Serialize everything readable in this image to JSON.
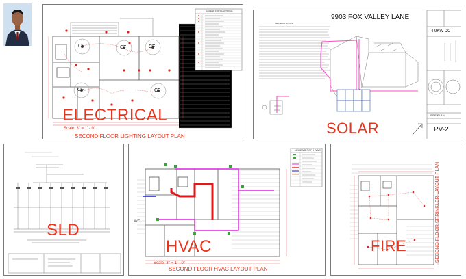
{
  "panels": {
    "electrical": {
      "big_label": "ELECTRICAL",
      "plan_title": "SECOND FLOOR LIGHTING LAYOUT PLAN",
      "scale": "Scale: 3\" = 1' - 0\"",
      "legend_heading": "LEGEND FOR ELECTRICAL",
      "fan_label": "CF"
    },
    "solar": {
      "big_label": "SOLAR",
      "address": "9903 FOX VALLEY LANE",
      "notes_heading": "GENERAL NOTES",
      "system_size": "4.9KW DC",
      "sheet_title": "SITE PLAN",
      "sheet_number": "PV-2"
    },
    "sld": {
      "big_label": "SLD"
    },
    "hvac": {
      "big_label": "HVAC",
      "plan_title": "SECOND FLOOR HVAC LAYOUT PLAN",
      "scale": "Scale: 3\" = 1' - 0\"",
      "legend_heading": "LEGEND FOR HVAC",
      "unit_label": "A/C"
    },
    "fire": {
      "big_label": "FIRE",
      "plan_title": "SECOND FLOOR SPRINKLER LAYOUT PLAN"
    }
  },
  "colors": {
    "accent_red": "#e8341c",
    "duct_magenta": "#e020e0",
    "line_gray": "#6d6d6d",
    "solar_panel_blue": "#3e5fb0",
    "solar_pink": "#ff4fc8"
  }
}
